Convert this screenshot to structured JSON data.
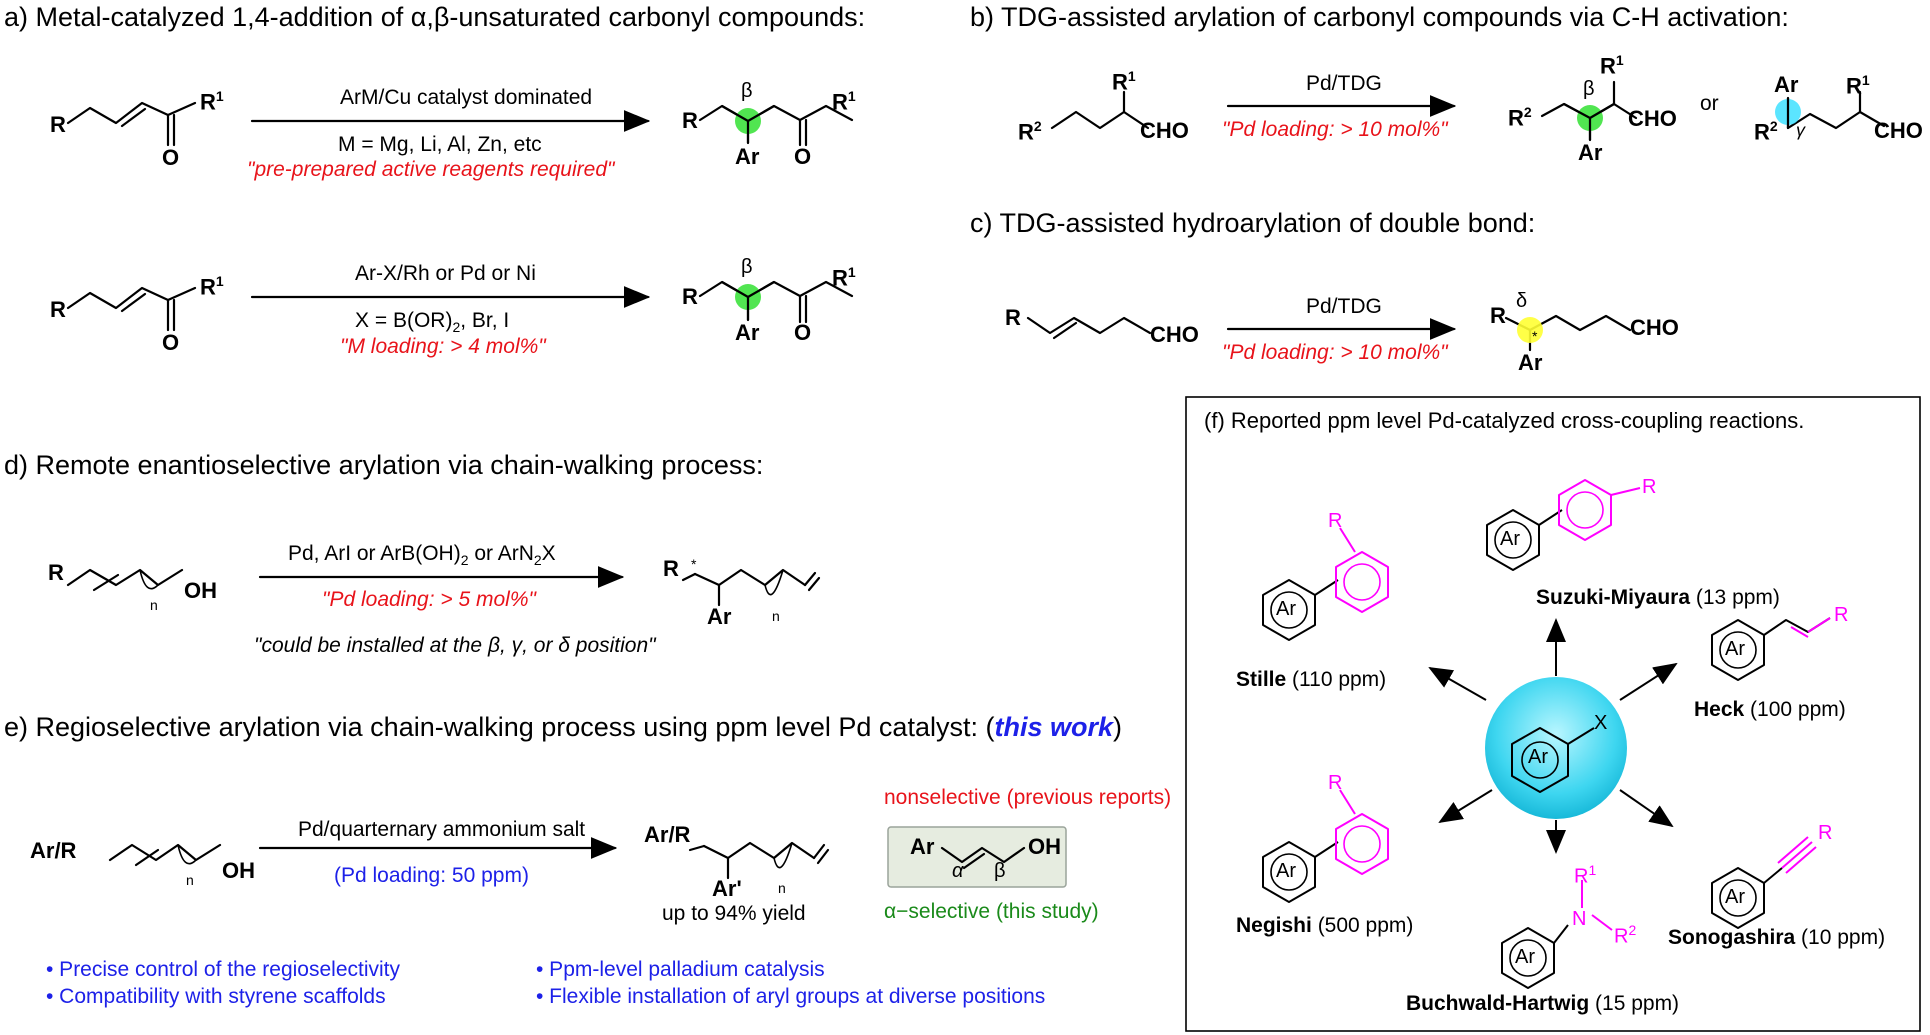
{
  "sections": {
    "a": {
      "title": "a) Metal-catalyzed 1,4-addition of α,β-unsaturated carbonyl compounds:",
      "rxn1": {
        "cond_top": "ArM/Cu catalyst dominated",
        "cond_mid": "M = Mg, Li, Al, Zn, etc",
        "note": "\"pre-prepared active reagents required\""
      },
      "rxn2": {
        "cond_top": "Ar-X/Rh or Pd or Ni",
        "cond_mid": "X = B(OR)2,  Br, I",
        "note": "\"M loading: > 4 mol%\""
      }
    },
    "b": {
      "title": "b) TDG-assisted arylation of carbonyl compounds via C-H activation:",
      "cond_top": "Pd/TDG",
      "note": "\"Pd loading: > 10 mol%\"",
      "or": "or"
    },
    "c": {
      "title": "c) TDG-assisted hydroarylation of double bond:",
      "cond_top": "Pd/TDG",
      "note": "\"Pd loading: > 10 mol%\""
    },
    "d": {
      "title": "d) Remote enantioselective arylation via chain-walking process:",
      "cond_top": "Pd, ArI or ArB(OH)2 or ArN2X",
      "note": "\"Pd loading: > 5 mol%\"",
      "position_note": "\"could be installed at the β, γ, or δ position\""
    },
    "e": {
      "title": "e) Regioselective arylation via chain-walking process using ppm level Pd catalyst: (",
      "title_emph": "this work",
      "title_end": ")",
      "cond_top": "Pd/quarternary ammonium salt",
      "cond_blue": "(Pd loading: 50 ppm)",
      "yield": "up to 94% yield",
      "nonselective": "nonselective (previous reports)",
      "selective": "α−selective (this study)",
      "bullets": [
        "• Precise control of the regioselectivity",
        "• Compatibility with styrene scaffolds",
        "• Ppm-level palladium catalysis",
        "• Flexible installation of aryl groups at diverse positions"
      ]
    },
    "f": {
      "title": "(f) Reported ppm level Pd-catalyzed cross-coupling reactions.",
      "reactions": [
        {
          "name": "Suzuki-Miyaura",
          "ppm": " (13 ppm)"
        },
        {
          "name": "Stille",
          "ppm": " (110 ppm)"
        },
        {
          "name": "Heck",
          "ppm": " (100 ppm)"
        },
        {
          "name": "Negishi",
          "ppm": " (500 ppm)"
        },
        {
          "name": "Sonogashira",
          "ppm": " (10 ppm)"
        },
        {
          "name": "Buchwald-Hartwig",
          "ppm": " (15 ppm)"
        }
      ]
    }
  },
  "labels": {
    "R": "R",
    "R1": "R1",
    "R2": "R2",
    "Ar": "Ar",
    "Arp": "Ar'",
    "ArR": "Ar/R",
    "O": "O",
    "OH": "OH",
    "CHO": "CHO",
    "X": "X",
    "n": "n",
    "beta": "β",
    "gamma": "γ",
    "delta": "δ",
    "alpha": "α",
    "star": "*",
    "N": "N"
  },
  "colors": {
    "red": "#e8131a",
    "blue": "#1d21e8",
    "green": "#1a8a1a",
    "magenta": "#ff00ff",
    "highlight_green": "#33e033",
    "highlight_cyan": "#3ee0ff",
    "highlight_yellow": "#ffff33"
  }
}
